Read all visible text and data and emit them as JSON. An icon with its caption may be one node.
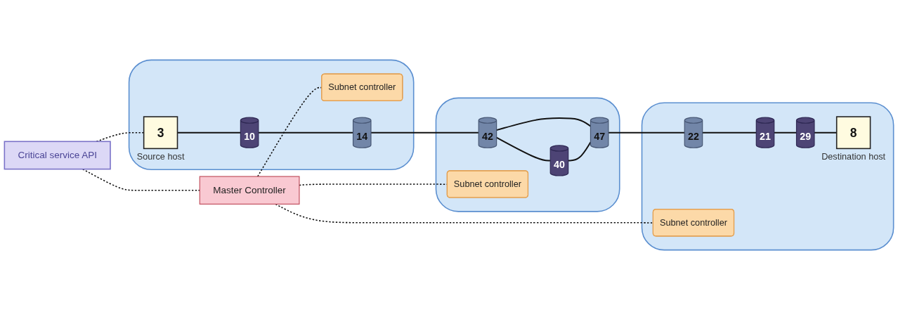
{
  "diagram": {
    "nodes": [
      {
        "text": [
          "Critical service API"
        ]
      },
      {
        "text": [
          "Master Controller"
        ]
      },
      {
        "text": [],
        "shape": "cloud"
      },
      {
        "text": [
          "Subnet controller"
        ],
        "in": 2
      },
      {
        "text": [
          "14"
        ],
        "in": 2
      },
      {
        "text": [
          "10"
        ],
        "in": 2
      },
      {
        "text": [
          "3"
        ],
        "beside": [
          "Source host"
        ],
        "in": 2
      },
      {
        "text": [],
        "shape": "cloud"
      },
      {
        "text": [
          "42"
        ],
        "in": 7
      },
      {
        "text": [
          "Subnet controller"
        ],
        "in": 7
      },
      {
        "text": [
          "47"
        ],
        "in": 7
      },
      {
        "text": [
          "40"
        ],
        "in": 7
      },
      {
        "text": [],
        "shape": "cloud"
      },
      {
        "text": [
          "22"
        ],
        "in": 12
      },
      {
        "text": [
          "Subnet controller"
        ],
        "in": 12
      },
      {
        "text": [
          "21"
        ],
        "in": 12
      },
      {
        "text": [
          "29"
        ],
        "in": 12
      },
      {
        "text": [
          "8"
        ],
        "beside": [
          "Destination host"
        ],
        "in": 12
      }
    ],
    "edges": [
      {
        "from": 0,
        "to": 1,
        "arrow": "none",
        "style": "dashed"
      },
      {
        "from": 0,
        "to": 6,
        "arrow": "none",
        "style": "dashed"
      },
      {
        "from": 1,
        "to": 3,
        "arrow": "none",
        "style": "dashed"
      },
      {
        "from": 1,
        "to": 9,
        "arrow": "none",
        "style": "dashed"
      },
      {
        "from": 1,
        "to": 14,
        "arrow": "none",
        "style": "dashed"
      },
      {
        "from": 6,
        "to": 5,
        "arrow": "none"
      },
      {
        "from": 5,
        "to": 4,
        "arrow": "none"
      },
      {
        "from": 4,
        "to": 8,
        "arrow": "none"
      },
      {
        "from": 8,
        "to": 10,
        "arrow": "none"
      },
      {
        "from": 8,
        "to": 11,
        "arrow": "none"
      },
      {
        "from": 11,
        "to": 10,
        "arrow": "none"
      },
      {
        "from": 10,
        "to": 13,
        "arrow": "none"
      },
      {
        "from": 13,
        "to": 15,
        "arrow": "none"
      },
      {
        "from": 15,
        "to": 16,
        "arrow": "none"
      },
      {
        "from": 16,
        "to": 17,
        "arrow": "none"
      }
    ]
  }
}
